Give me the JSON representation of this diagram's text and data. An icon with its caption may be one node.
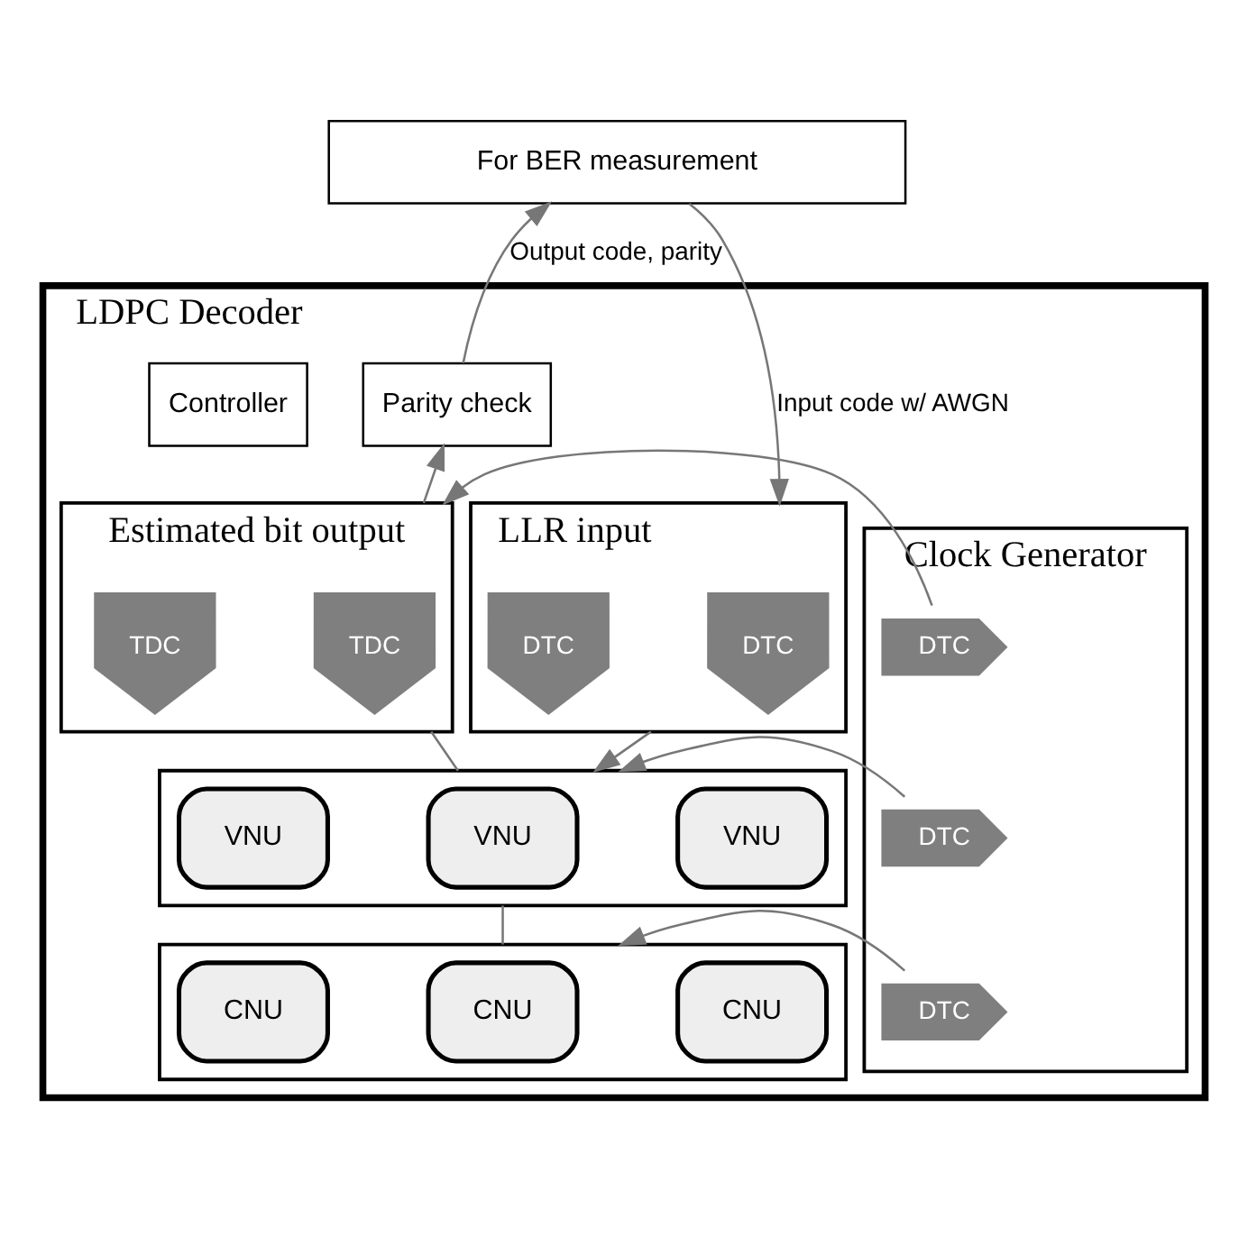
{
  "diagram": {
    "nodes": [
      {
        "text": [
          "For BER measurement"
        ]
      },
      {
        "text": [
          "LDPC Decoder"
        ]
      },
      {
        "text": [
          "Controller"
        ],
        "in": 1
      },
      {
        "text": [
          "Parity check"
        ],
        "in": 1
      },
      {
        "text": [
          "Clock Generator"
        ],
        "in": 1
      },
      {
        "text": [
          "DTC"
        ],
        "in": 4
      },
      {
        "text": [
          "DTC"
        ],
        "in": 4
      },
      {
        "text": [
          "DTC"
        ],
        "in": 4
      },
      {
        "text": [
          "Estimated bit output"
        ],
        "in": 1
      },
      {
        "text": [
          "TDC"
        ],
        "in": 8
      },
      {
        "text": [
          "TDC"
        ],
        "in": 8
      },
      {
        "text": [
          "LLR input"
        ],
        "in": 1
      },
      {
        "text": [
          "DTC"
        ],
        "in": 11
      },
      {
        "text": [
          "DTC"
        ],
        "in": 11
      },
      {
        "text": [],
        "shape": "box",
        "in": 1
      },
      {
        "text": [
          "VNU"
        ],
        "in": 14
      },
      {
        "text": [
          "VNU"
        ],
        "in": 14
      },
      {
        "text": [
          "VNU"
        ],
        "in": 14
      },
      {
        "text": [],
        "shape": "box",
        "in": 1
      },
      {
        "text": [
          "CNU"
        ],
        "in": 18
      },
      {
        "text": [
          "CNU"
        ],
        "in": 18
      },
      {
        "text": [
          "CNU"
        ],
        "in": 18
      }
    ],
    "edges": [
      {
        "from": 3,
        "to": 0,
        "arrow": "to",
        "label": "Output code, parity"
      },
      {
        "from": 0,
        "to": 11,
        "arrow": "to",
        "label": "Input code w/ AWGN"
      },
      {
        "from": 8,
        "to": 3,
        "arrow": "to"
      },
      {
        "from": 5,
        "to": 8,
        "arrow": "to"
      },
      {
        "from": 6,
        "to": 14,
        "arrow": "to"
      },
      {
        "from": 7,
        "to": 18,
        "arrow": "to"
      },
      {
        "from": 8,
        "to": 14,
        "arrow": "none"
      },
      {
        "from": 11,
        "to": 14,
        "arrow": "to"
      },
      {
        "from": 14,
        "to": 18,
        "arrow": "none"
      }
    ]
  }
}
